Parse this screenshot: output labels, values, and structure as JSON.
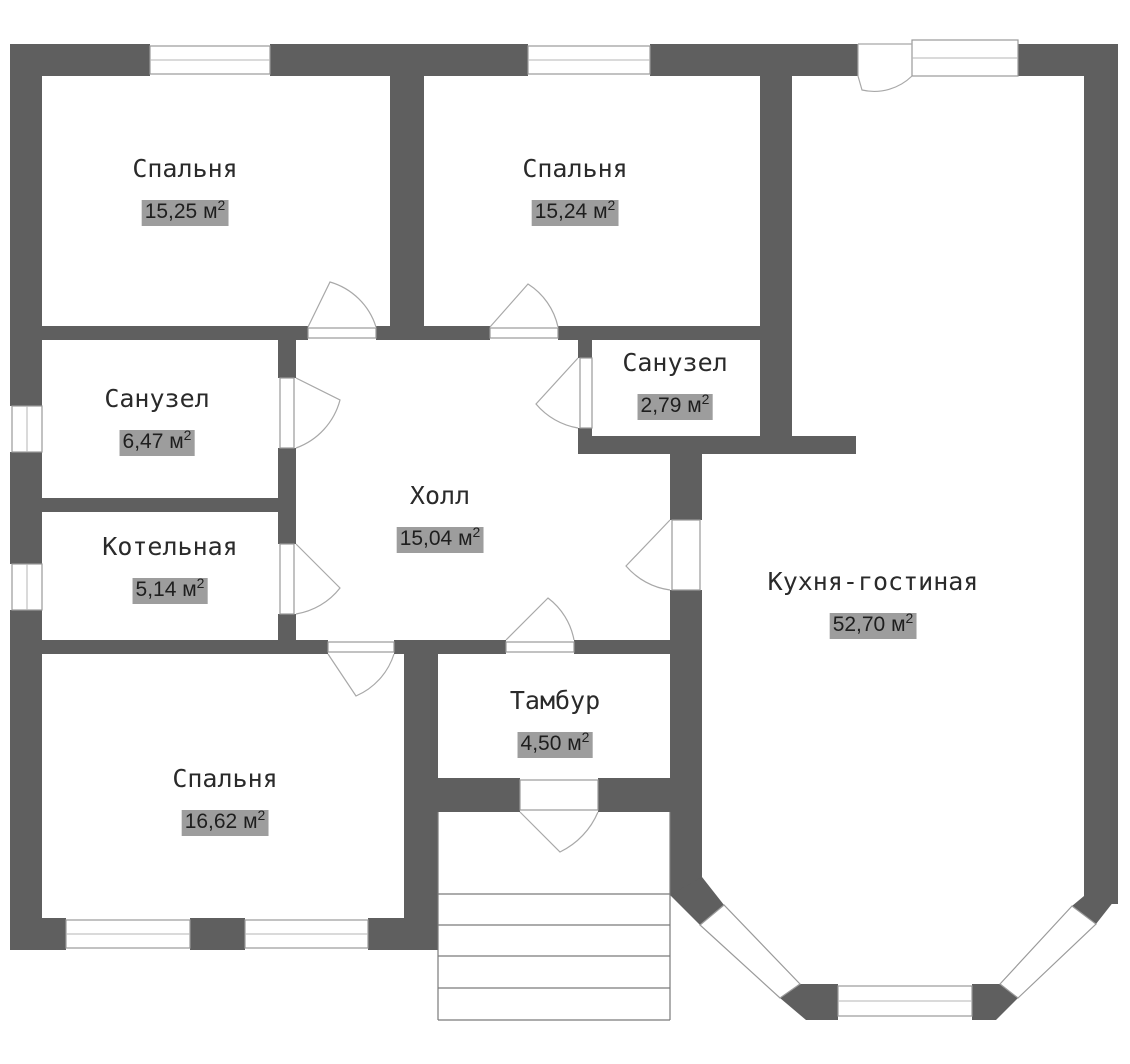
{
  "rooms": [
    {
      "id": "bedroom-nw",
      "name": "Спальня",
      "area": "15,25 м",
      "sup": "2"
    },
    {
      "id": "bedroom-n",
      "name": "Спальня",
      "area": "15,24 м",
      "sup": "2"
    },
    {
      "id": "bathroom-small",
      "name": "Санузел",
      "area": "2,79 м",
      "sup": "2"
    },
    {
      "id": "bathroom-w",
      "name": "Санузел",
      "area": "6,47 м",
      "sup": "2"
    },
    {
      "id": "hall",
      "name": "Холл",
      "area": "15,04 м",
      "sup": "2"
    },
    {
      "id": "boiler-room",
      "name": "Котельная",
      "area": "5,14 м",
      "sup": "2"
    },
    {
      "id": "kitchen-living",
      "name": "Кухня-гостиная",
      "area": "52,70 м",
      "sup": "2"
    },
    {
      "id": "vestibule",
      "name": "Тамбур",
      "area": "4,50 м",
      "sup": "2"
    },
    {
      "id": "bedroom-sw",
      "name": "Спальня",
      "area": "16,62 м",
      "sup": "2"
    }
  ],
  "colors": {
    "wall": "#5f5f5f",
    "area_label_bg": "#9d9d9d",
    "background": "#ffffff"
  }
}
